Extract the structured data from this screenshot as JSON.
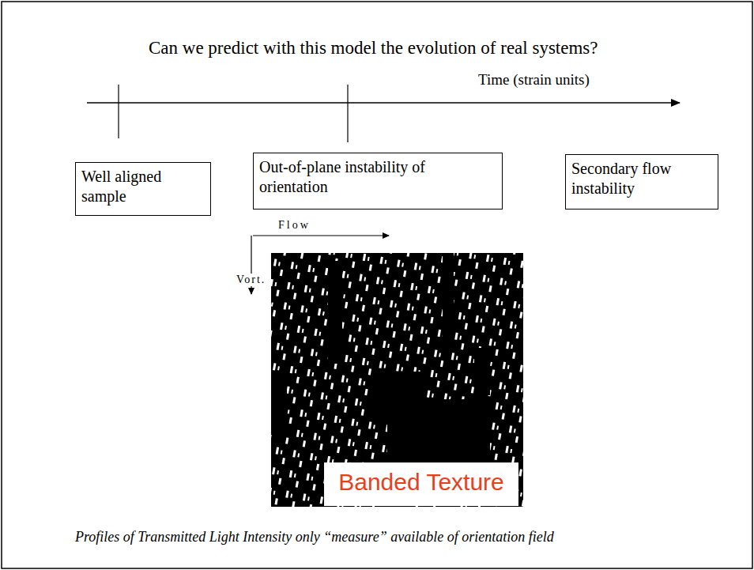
{
  "diagram": {
    "title": "Can we predict with this model the evolution of real systems?",
    "caption": "Profiles of Transmitted Light Intensity only “measure” available of orientation field",
    "nodes": [
      {
        "text": [
          "Well aligned sample"
        ]
      },
      {
        "text": [
          "Out-of-plane instability of orientation"
        ]
      },
      {
        "text": [
          "Secondary flow instability"
        ]
      },
      {
        "text": [
          "Banded Texture"
        ]
      }
    ],
    "labels": [
      "Time (strain units)",
      "Flow",
      "Vort."
    ]
  }
}
